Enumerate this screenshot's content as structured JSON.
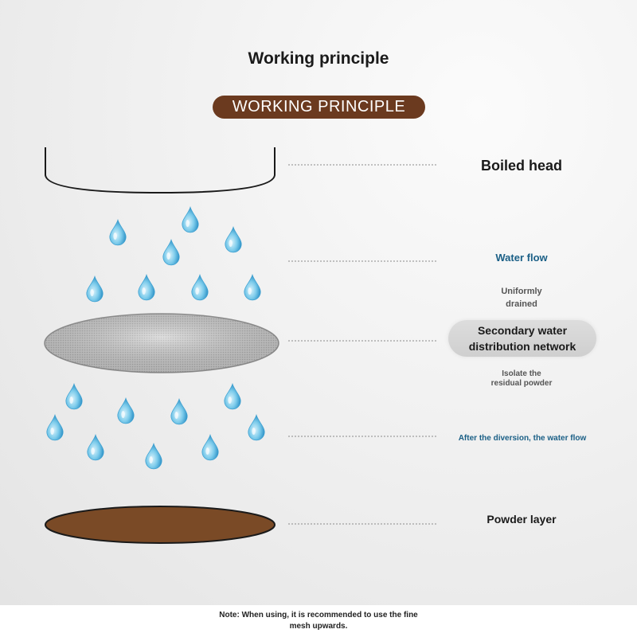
{
  "title": "Working principle",
  "banner": "WORKING PRINCIPLE",
  "labels": {
    "boiled_head": "Boiled head",
    "water_flow": "Water flow",
    "uniformly_line1": "Uniformly",
    "uniformly_line2": "drained",
    "secondary_line1": "Secondary water",
    "secondary_line2": "distribution network",
    "isolate_line1": "Isolate the",
    "isolate_line2": "residual powder",
    "after_diversion": "After the diversion, the water flow",
    "powder_layer": "Powder layer"
  },
  "note": {
    "line1": "Note: When using, it is recommended to use the fine",
    "line2": "mesh upwards."
  },
  "colors": {
    "banner_bg": "#6b3a1f",
    "powder": "#7a4a26",
    "water_drop": "#5ab7e0",
    "accent_text": "#1a5f86",
    "mesh": "#c9c9c9"
  },
  "icons": [
    "boiled-head-bowl-icon",
    "water-drop-icon",
    "mesh-disc-icon",
    "powder-disc-icon"
  ]
}
